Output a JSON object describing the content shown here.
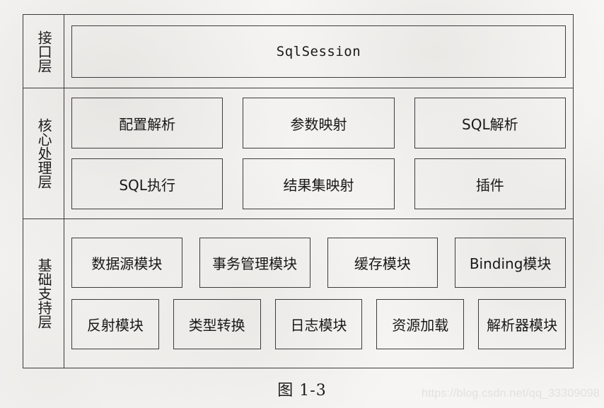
{
  "figure": {
    "caption": "图 1-3",
    "watermark": "https://blog.csdn.net/qq_33309098"
  },
  "layers": [
    {
      "id": "interface",
      "label": "接口层",
      "rows": [
        {
          "nodes": [
            {
              "label": "SqlSession",
              "style": "mono"
            }
          ]
        }
      ]
    },
    {
      "id": "core-processing",
      "label": "核心处理层",
      "rows": [
        {
          "nodes": [
            {
              "label": "配置解析",
              "style": "cjk"
            },
            {
              "label": "参数映射",
              "style": "cjk"
            },
            {
              "label": "SQL解析",
              "style": "cjk"
            }
          ]
        },
        {
          "nodes": [
            {
              "label": "SQL执行",
              "style": "cjk"
            },
            {
              "label": "结果集映射",
              "style": "cjk"
            },
            {
              "label": "插件",
              "style": "cjk"
            }
          ]
        }
      ]
    },
    {
      "id": "foundation-support",
      "label": "基础支持层",
      "rows": [
        {
          "nodes": [
            {
              "label": "数据源模块",
              "style": "cjk"
            },
            {
              "label": "事务管理模块",
              "style": "cjk"
            },
            {
              "label": "缓存模块",
              "style": "cjk"
            },
            {
              "label": "Binding模块",
              "style": "cjk"
            }
          ]
        },
        {
          "nodes": [
            {
              "label": "反射模块",
              "style": "cjk"
            },
            {
              "label": "类型转换",
              "style": "cjk"
            },
            {
              "label": "日志模块",
              "style": "cjk"
            },
            {
              "label": "资源加载",
              "style": "cjk"
            },
            {
              "label": "解析器模块",
              "style": "cjk"
            }
          ]
        }
      ]
    }
  ],
  "colors": {
    "page_background": "#f6f5f3",
    "line": "#3a3a3a",
    "text": "#181818",
    "watermark": "#e2e1df"
  }
}
